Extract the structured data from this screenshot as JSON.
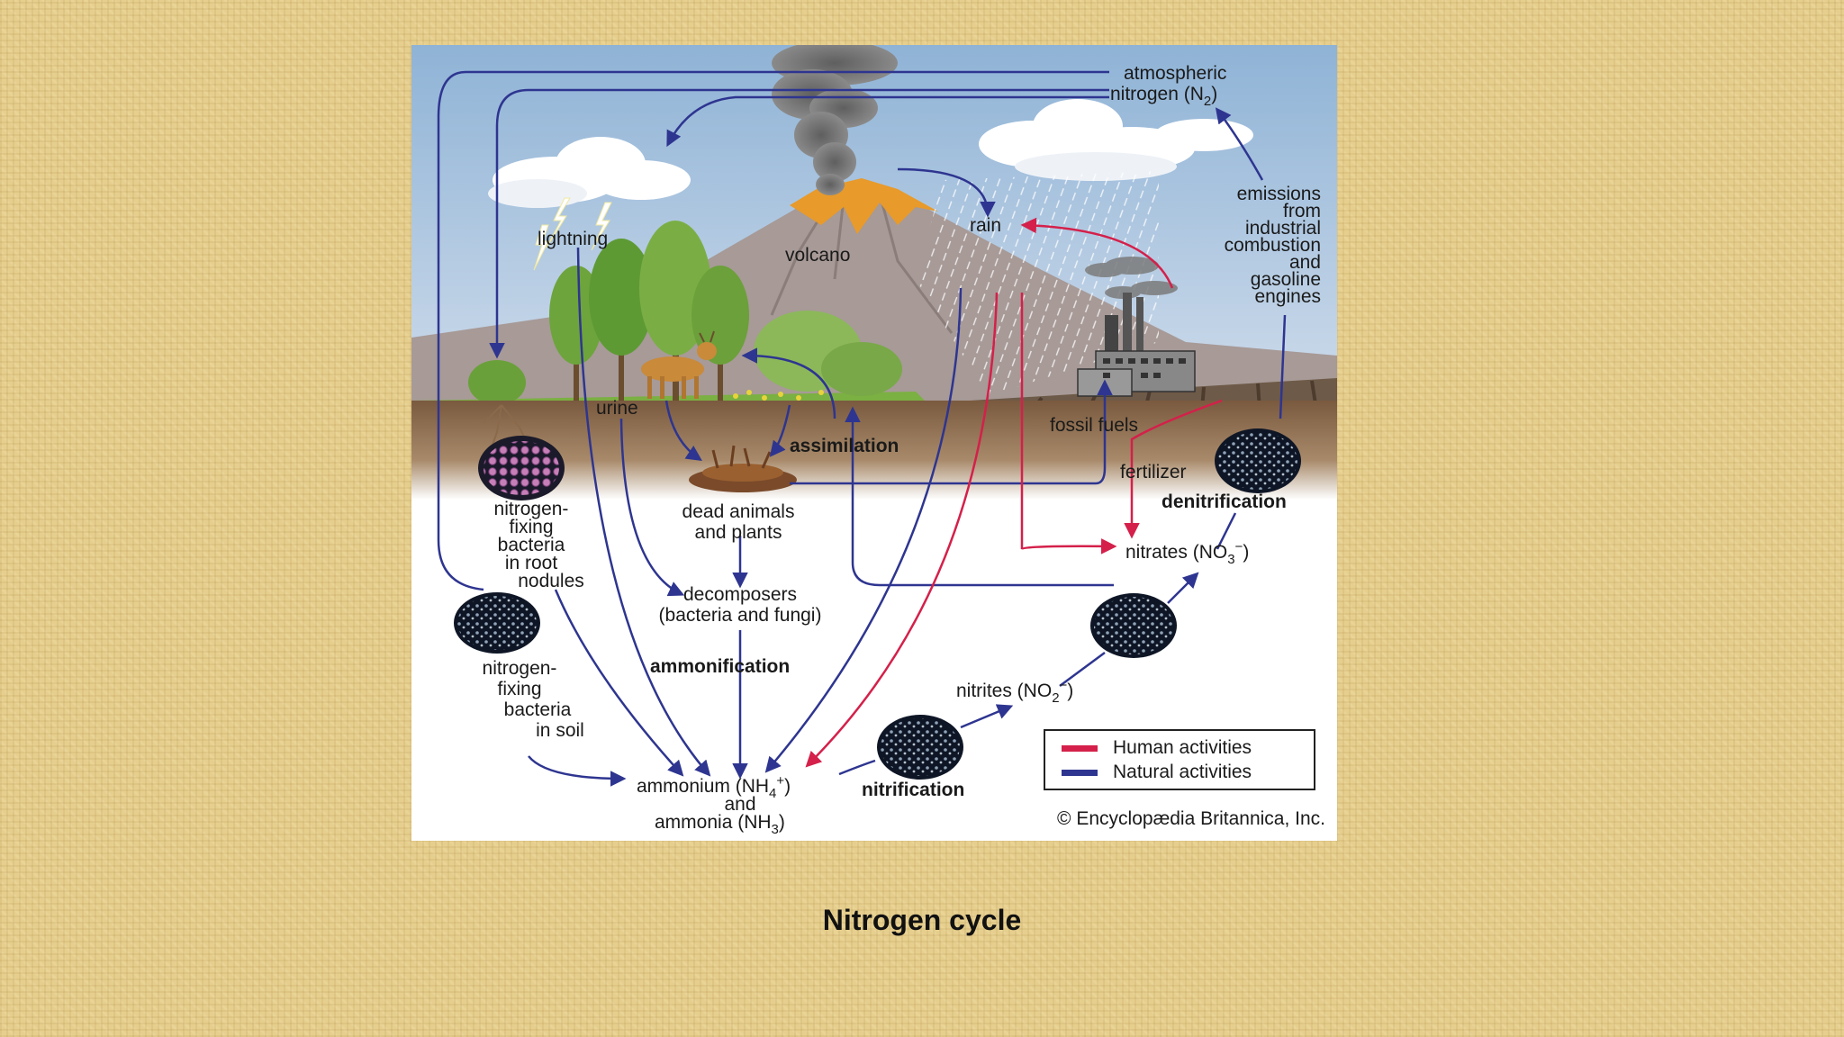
{
  "caption": "Nitrogen cycle",
  "diagram": {
    "atmos_line1": "atmospheric",
    "atmos_line2": "nitrogen (N",
    "sub_2": "2",
    "close_paren": ")",
    "lightning": "lightning",
    "volcano": "volcano",
    "rain": "rain",
    "emissions_lines": [
      "emissions",
      "from",
      "industrial",
      "combustion",
      "and",
      "gasoline",
      "engines"
    ],
    "urine": "urine",
    "assimilation": "assimilation",
    "fossil_fuels": "fossil fuels",
    "fertilizer": "fertilizer",
    "denitrification": "denitrification",
    "dead_line1": "dead animals",
    "dead_line2": "and plants",
    "nfix_root_lines": [
      "nitrogen-",
      "fixing",
      "bacteria",
      "in root",
      "nodules"
    ],
    "nitrates_pre": "nitrates (NO",
    "sub_3": "3",
    "sup_minus": "−",
    "decomp_line1": "decomposers",
    "decomp_line2": "(bacteria and fungi)",
    "nfix_soil_lines": [
      "nitrogen-",
      "fixing",
      "bacteria",
      "in soil"
    ],
    "ammonification": "ammonification",
    "nitrites_pre": "nitrites (NO",
    "ammonium_pre": "ammonium (NH",
    "sub_4": "4",
    "sup_plus": "+",
    "and_word": "and",
    "ammonia_pre": "ammonia (NH",
    "nitrification": "nitrification",
    "copyright": "© Encyclopædia Britannica, Inc.",
    "legend_human": "Human activities",
    "legend_natural": "Natural activities"
  },
  "colors": {
    "human": "#d4204a",
    "natural": "#2e3590",
    "sky": "#a9c3dc",
    "soil": "#7a5a3f"
  }
}
